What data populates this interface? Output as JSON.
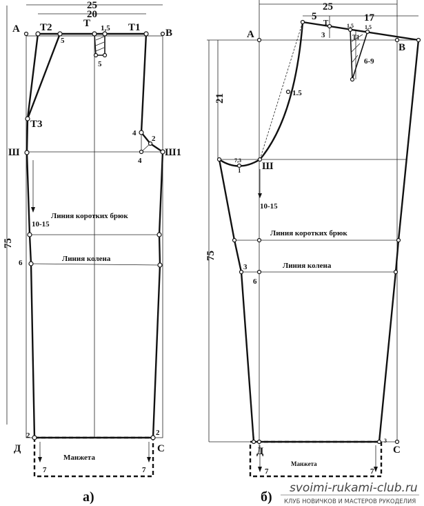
{
  "drawing_a": {
    "dim_total": "25",
    "dim_waist": "20",
    "dim_length": "75",
    "point_A": "А",
    "point_B": "В",
    "point_T": "Т",
    "point_T1": "Т1",
    "point_T2": "Т2",
    "point_T3": "Т3",
    "dart_offset": "1,5",
    "dart_depth": "5",
    "slant_offset": "5",
    "point_Sh": "Ш",
    "point_Sh1": "Ш1",
    "crotch_4a": "4",
    "crotch_4b": "4",
    "crotch_2": "2",
    "drop": "10-15",
    "short_line": "Линия коротких брюк",
    "knee_line": "Линия колена",
    "knee_offset": "6",
    "hem_left": "2",
    "hem_right": "2",
    "point_D": "Д",
    "point_C": "С",
    "cuff": "Манжета",
    "cuff_left": "7",
    "cuff_right": "7",
    "caption": "а)"
  },
  "drawing_b": {
    "dim_total": "25",
    "dim_5": "5",
    "dim_17": "17",
    "dim_21": "21",
    "dim_length": "75",
    "point_A": "А",
    "point_B": "В",
    "point_T": "Т",
    "waist_rise": "3",
    "dart_1": "1,5",
    "dart_2": "1,5",
    "dart_T1": "Т1",
    "dart_len": "6-9",
    "curve_offset": "1.5",
    "crotch_ext": "7,3",
    "crotch_dip": "1",
    "point_Sh": "Ш",
    "drop": "10-15",
    "short_line": "Линия коротких брюк",
    "knee_line": "Линия колена",
    "knee_left": "3",
    "knee_offset": "6",
    "hem_left": "1",
    "hem_right": "3",
    "point_D": "Д",
    "point_C": "С",
    "cuff": "Манжета",
    "cuff_left": "7",
    "cuff_right": "7",
    "caption": "б)"
  },
  "watermark": {
    "site": "svoimi-rukami-club.ru",
    "tagline": "КЛУБ НОВИЧКОВ И МАСТЕРОВ РУКОДЕЛИЯ"
  }
}
